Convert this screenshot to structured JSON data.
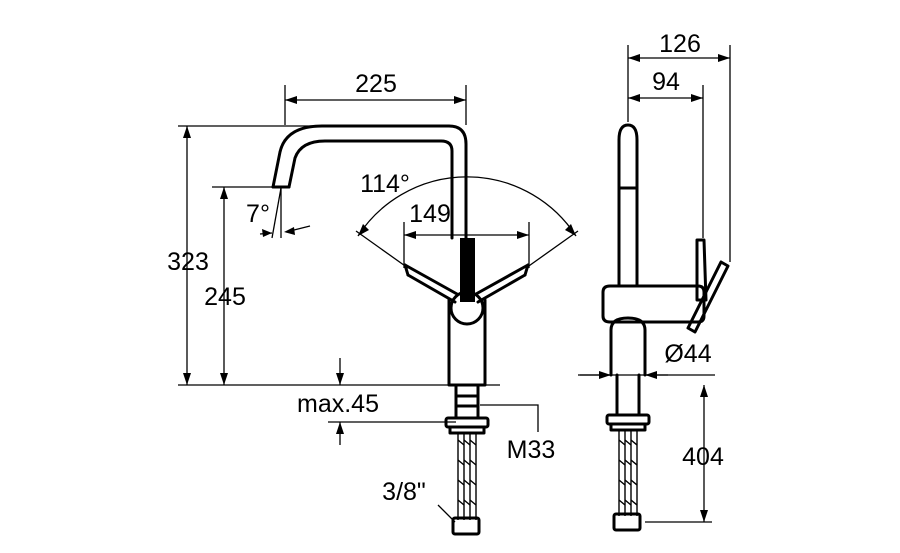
{
  "dimensions": {
    "spout_reach": "225",
    "total_height": "323",
    "spout_height": "245",
    "spout_tilt_angle": "7°",
    "lever_swing_angle": "114°",
    "lever_swing_width": "149",
    "max_counter_thickness": "max.45",
    "mounting_thread": "M33",
    "hose_connection": "3/8\"",
    "side_total_depth": "126",
    "side_depth_to_spout": "94",
    "base_diameter": "Ø44",
    "hose_length": "404"
  }
}
